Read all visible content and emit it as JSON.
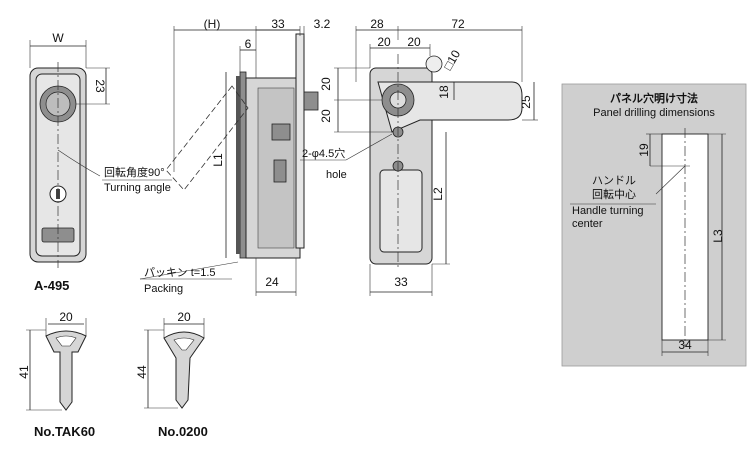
{
  "models": {
    "main": "A-495",
    "key1": "No.TAK60",
    "key2": "No.0200"
  },
  "front_view": {
    "width_label": "W",
    "dim_23": "23",
    "rotation_label_jp": "回転角度90°",
    "rotation_label_en": "Turning angle"
  },
  "side_view": {
    "dim_h": "(H)",
    "dim_33": "33",
    "dim_3_2": "3.2",
    "dim_6": "6",
    "dim_l1": "L1",
    "dim_24": "24",
    "packing_label_jp": "パッキン t=1.5",
    "packing_label_en": "Packing"
  },
  "rear_view": {
    "dim_28": "28",
    "dim_72": "72",
    "dim_20a": "20",
    "dim_20b": "20",
    "dim_10": "□10",
    "dim_20c": "20",
    "dim_20d": "20",
    "dim_18": "18",
    "dim_25": "25",
    "dim_l2": "L2",
    "dim_33": "33",
    "hole_label_jp": "2-φ4.5穴",
    "hole_label_en": "hole"
  },
  "keys": {
    "tak60_width": "20",
    "tak60_length": "41",
    "k0200_width": "20",
    "k0200_length": "44"
  },
  "panel": {
    "title_jp": "パネル穴明け寸法",
    "title_en": "Panel drilling dimensions",
    "dim_19": "19",
    "dim_l3": "L3",
    "dim_34": "34",
    "center_label_jp1": "ハンドル",
    "center_label_jp2": "回転中心",
    "center_label_en1": "Handle turning",
    "center_label_en2": "center"
  },
  "colors": {
    "panel_bg": "#cfcfcf",
    "part_fill": "#d6d6d6",
    "line": "#222222"
  }
}
